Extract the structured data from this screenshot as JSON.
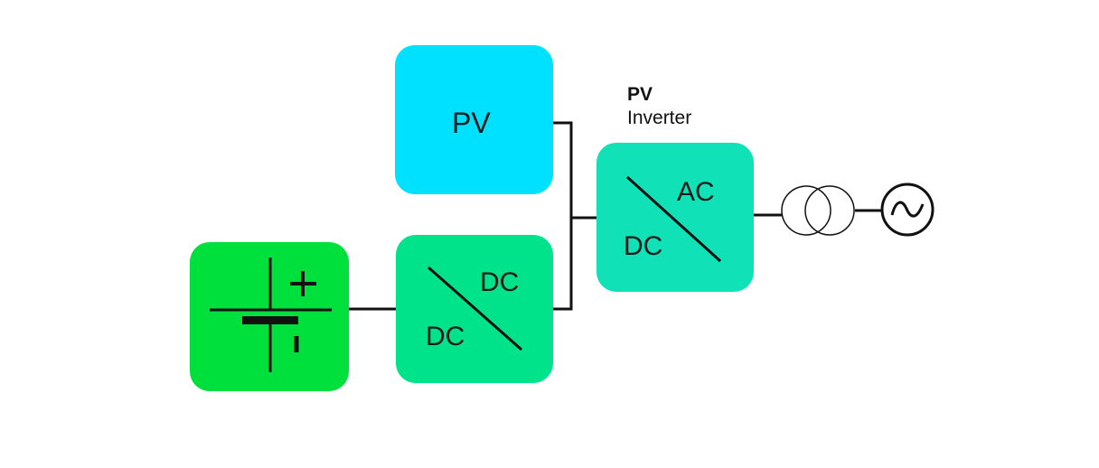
{
  "colors": {
    "pv_box": "#00E0FF",
    "battery_box": "#00E03C",
    "converter_box": "#00E38B",
    "inverter_box": "#10E1B6",
    "line": "#111111"
  },
  "pv_source": {
    "label": "PV"
  },
  "inverter_caption": {
    "title": "PV",
    "subtitle": "Inverter"
  },
  "dc_dc_converter": {
    "output_label": "DC",
    "input_label": "DC"
  },
  "dc_ac_inverter": {
    "output_label": "AC",
    "input_label": "DC"
  },
  "icons": {
    "battery": "battery-icon",
    "transformer": "transformer-icon",
    "grid": "ac-grid-icon"
  }
}
